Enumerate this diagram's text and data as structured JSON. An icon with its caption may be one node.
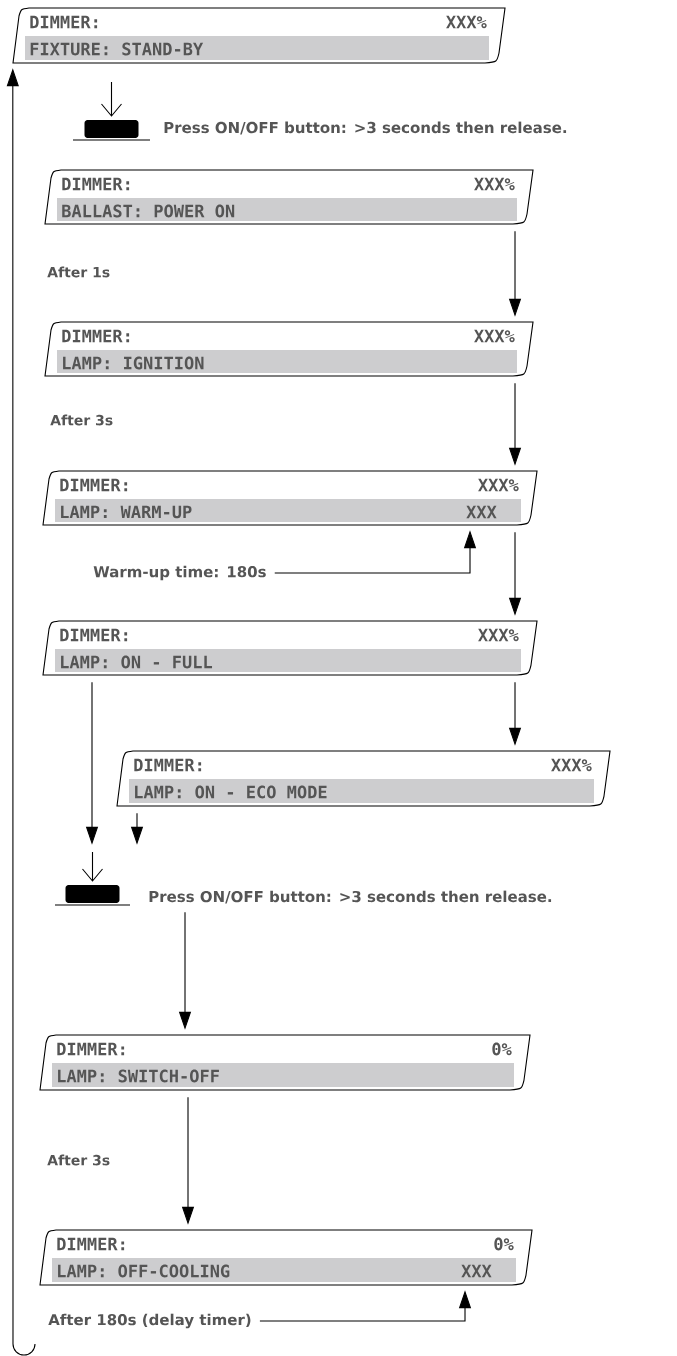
{
  "diagram": {
    "nodes": [
      {
        "text": [
          "DIMMER:",
          "XXX%",
          "FIXTURE: STAND-BY"
        ]
      },
      {
        "text": [],
        "shape": "picture",
        "beside": [
          "Press ON/OFF button: >3 seconds then release."
        ]
      },
      {
        "text": [
          "DIMMER:",
          "XXX%",
          "BALLAST: POWER ON"
        ]
      },
      {
        "text": [
          "DIMMER:",
          "XXX%",
          "LAMP: IGNITION"
        ]
      },
      {
        "text": [
          "DIMMER:",
          "XXX%",
          "LAMP: WARM-UP",
          "XXX"
        ]
      },
      {
        "text": [
          "Warm-up time: 180s"
        ]
      },
      {
        "text": [
          "DIMMER:",
          "XXX%",
          "LAMP: ON - FULL"
        ]
      },
      {
        "text": [
          "DIMMER:",
          "XXX%",
          "LAMP: ON - ECO MODE"
        ]
      },
      {
        "text": [],
        "shape": "picture",
        "beside": [
          "Press ON/OFF button: >3 seconds then release."
        ]
      },
      {
        "text": [
          "DIMMER:",
          "0%",
          "LAMP: SWITCH-OFF"
        ]
      },
      {
        "text": [
          "DIMMER:",
          "0%",
          "LAMP: OFF-COOLING",
          "XXX"
        ]
      },
      {
        "text": [
          "After 180s  (delay timer)"
        ]
      }
    ],
    "edges": [
      {
        "from": 2,
        "to": 3,
        "arrow": "to"
      },
      {
        "from": 3,
        "to": 4,
        "arrow": "to"
      },
      {
        "from": 4,
        "to": 6,
        "arrow": "to"
      },
      {
        "from": 6,
        "to": 7,
        "arrow": "to"
      },
      {
        "from": 6,
        "to": 8,
        "arrow": "to"
      },
      {
        "from": 7,
        "to": 8,
        "arrow": "to"
      },
      {
        "from": 8,
        "to": 9,
        "arrow": "to"
      },
      {
        "from": 9,
        "to": 10,
        "arrow": "to"
      },
      {
        "from": 5,
        "to": 4,
        "arrow": "to"
      },
      {
        "from": 11,
        "to": 10,
        "arrow": "to"
      },
      {
        "from": 11,
        "to": 0,
        "arrow": "to"
      }
    ],
    "labels": [
      "After 1s",
      "After 3s",
      "After 3s"
    ]
  }
}
